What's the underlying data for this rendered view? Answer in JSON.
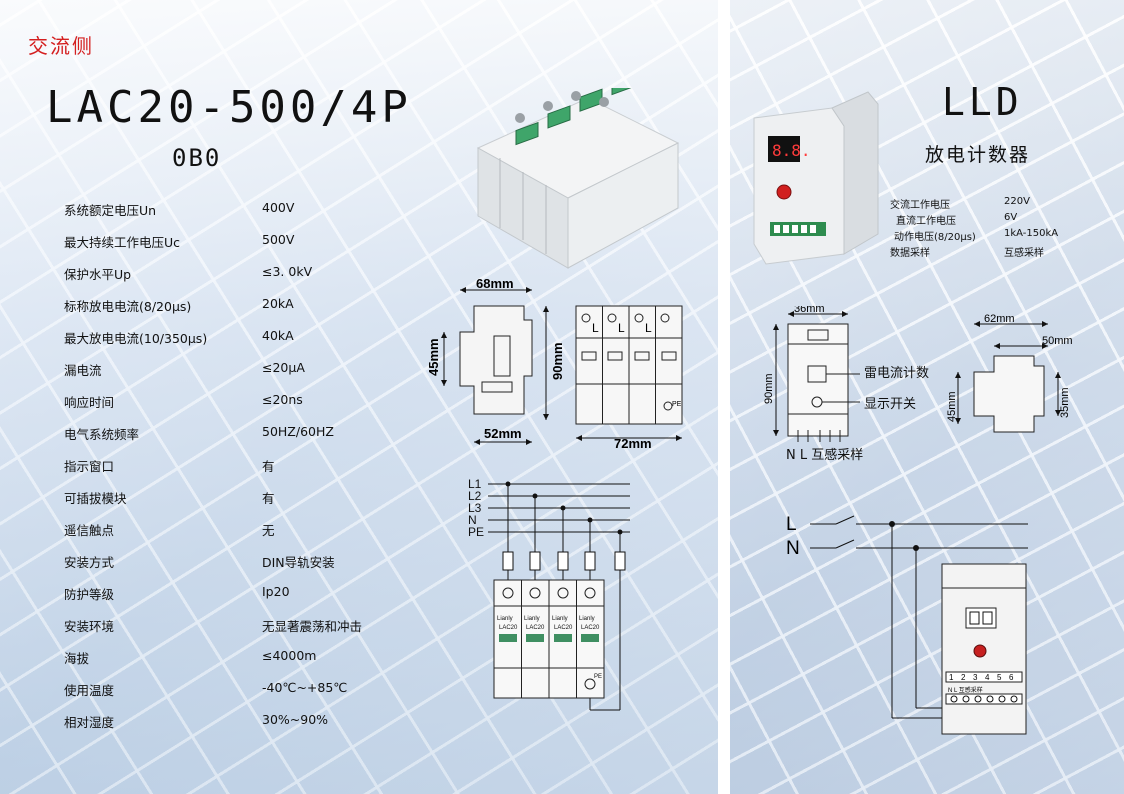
{
  "left": {
    "section_tag": "交流侧",
    "model": "LAC20-500/4P",
    "model_sub": "0B0",
    "specs": [
      {
        "label": "系统额定电压Un",
        "value": "400V"
      },
      {
        "label": "最大持续工作电压Uc",
        "value": "500V"
      },
      {
        "label": "保护水平Up",
        "value": "≤3. 0kV"
      },
      {
        "label": "标称放电电流(8/20μs)",
        "value": "20kA"
      },
      {
        "label": "最大放电电流(10/350μs)",
        "value": "40kA"
      },
      {
        "label": "漏电流",
        "value": "≤20μA"
      },
      {
        "label": "响应时间",
        "value": "≤20ns"
      },
      {
        "label": "电气系统频率",
        "value": "50HZ/60HZ"
      },
      {
        "label": "指示窗口",
        "value": "有"
      },
      {
        "label": "可插拔模块",
        "value": "有"
      },
      {
        "label": "遥信触点",
        "value": "无"
      },
      {
        "label": "安装方式",
        "value": "DIN导轨安装"
      },
      {
        "label": "防护等级",
        "value": "Ip20"
      },
      {
        "label": "安装环境",
        "value": "无显著震荡和冲击"
      },
      {
        "label": "海拔",
        "value": "≤4000m"
      },
      {
        "label": "使用温度",
        "value": "-40℃~+85℃"
      },
      {
        "label": "相对湿度",
        "value": "30%~90%"
      }
    ],
    "dimensions": {
      "top_width": "68mm",
      "height_side": "45mm",
      "height_total": "90mm",
      "bottom_width": "52mm",
      "front_width": "72mm"
    },
    "wiring": {
      "lines": [
        "L1",
        "L2",
        "L3",
        "N",
        "PE"
      ],
      "module_brand": "Lianly",
      "module_model": "LAC20",
      "pe_label": "PE",
      "l_mark": "L"
    }
  },
  "right": {
    "title": "LLD",
    "subtitle": "放电计数器",
    "specs": [
      {
        "label": "交流工作电压",
        "value": "220V"
      },
      {
        "label": "直流工作电压",
        "value": "6V"
      },
      {
        "label": "动作电压(8/20μs)",
        "value": "1kA-150kA"
      },
      {
        "label": "数据采样",
        "value": "互感采样"
      }
    ],
    "device_display": "8.8.",
    "dimensions": {
      "width_front": "36mm",
      "height_front": "90mm",
      "width_side": "62mm",
      "side_inner": "50mm",
      "side_h1": "45mm",
      "side_h2": "35mm"
    },
    "callouts": {
      "counter": "雷电流计数",
      "display_switch": "显示开关",
      "terminals": "N L 互感采样"
    },
    "wiring": {
      "line_l": "L",
      "line_n": "N",
      "terminals": [
        "1",
        "2",
        "3",
        "4",
        "5",
        "6"
      ],
      "term_labels": "N  L        互感采样"
    }
  },
  "colors": {
    "accent_red": "#d41f1f",
    "device_body": "#e8ecef",
    "display_bg": "#111111",
    "display_digits": "#ff3b3b",
    "module_green": "#4aa36f"
  }
}
